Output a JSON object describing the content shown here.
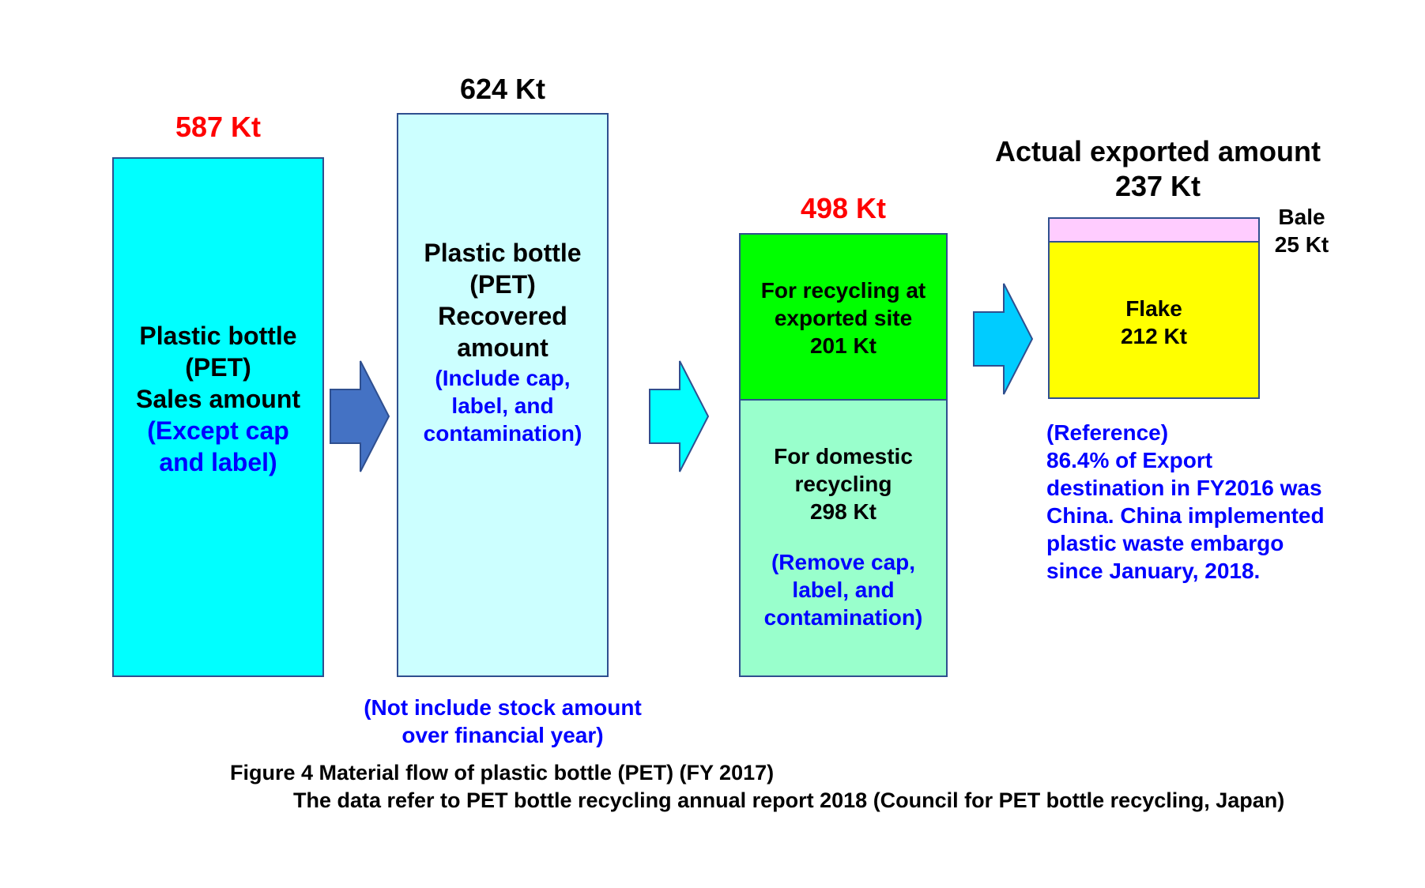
{
  "colors": {
    "sales_box": "#00ffff",
    "recovered_box": "#ccffff",
    "export_site_box": "#00ff00",
    "domestic_box": "#99ffcc",
    "bale_box": "#ffccff",
    "flake_box": "#ffff00",
    "arrow_dark": "#4472c4",
    "arrow_light": "#00ccff",
    "amount_red": "#ff0000",
    "note_blue": "#0000ff"
  },
  "sales": {
    "amount": "587 Kt",
    "lines": [
      "Plastic bottle",
      "(PET)",
      "Sales amount"
    ],
    "note_lines": [
      "(Except cap",
      "and label)"
    ]
  },
  "recovered": {
    "amount": "624 Kt",
    "lines": [
      "Plastic bottle",
      "(PET)",
      "Recovered",
      "amount"
    ],
    "note_lines": [
      "(Include cap,",
      "label, and",
      "contamination)"
    ],
    "footnote_lines": [
      "(Not include stock amount",
      "over financial year)"
    ]
  },
  "recycling": {
    "amount": "498 Kt",
    "export_site": {
      "lines": [
        "For recycling at",
        "exported site",
        "201 Kt"
      ]
    },
    "domestic": {
      "lines": [
        "For domestic",
        "recycling",
        "298 Kt"
      ],
      "note_lines": [
        "(Remove cap,",
        "label, and",
        "contamination)"
      ]
    }
  },
  "export": {
    "title_lines": [
      "Actual exported amount",
      "237 Kt"
    ],
    "bale_lines": [
      "Bale",
      "25 Kt"
    ],
    "flake_lines": [
      "Flake",
      "212 Kt"
    ]
  },
  "reference": {
    "lines": [
      "(Reference)",
      "86.4% of Export",
      "destination in FY2016 was",
      "China. China implemented",
      "plastic waste embargo",
      "since January, 2018."
    ]
  },
  "caption": {
    "line1": "Figure 4  Material flow of plastic bottle (PET) (FY 2017)",
    "line2": "The data refer to PET bottle recycling annual report 2018 (Council for PET bottle recycling, Japan)"
  },
  "icons": {
    "arrow1": "right-arrow-icon",
    "arrow2": "right-arrow-icon",
    "arrow3": "right-arrow-icon"
  }
}
